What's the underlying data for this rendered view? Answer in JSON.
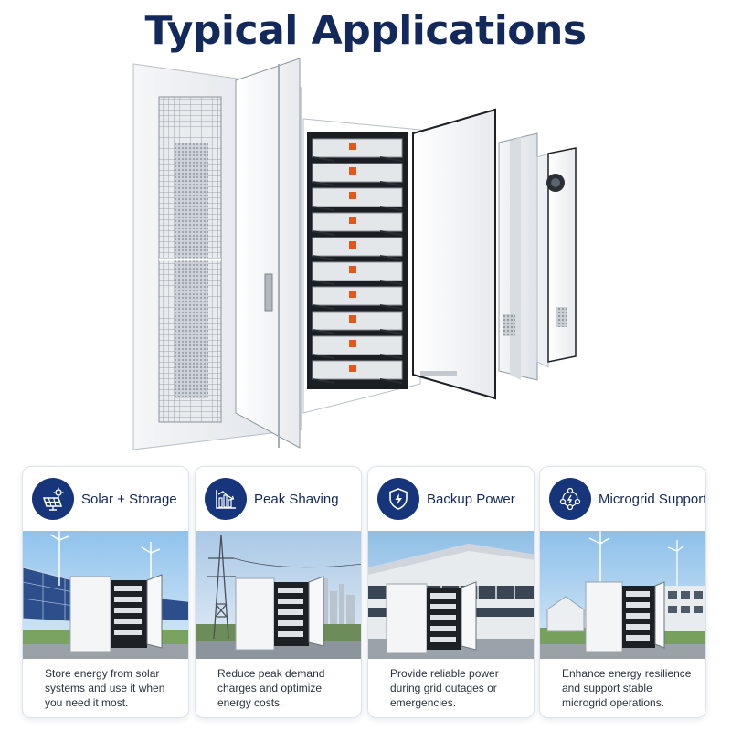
{
  "page": {
    "title": "Typical Applications"
  },
  "hero": {
    "icon": "battery-storage-cabinet-image"
  },
  "cards": [
    {
      "title": "Solar + Storage",
      "icon": "solar-panel-icon",
      "scene": "solar-farm-scene",
      "description": "Store energy from solar systems and use it when you need it most."
    },
    {
      "title": "Peak Shaving",
      "icon": "bar-chart-icon",
      "scene": "power-tower-city-scene",
      "description": "Reduce peak demand charges and optimize energy costs."
    },
    {
      "title": "Backup Power",
      "icon": "shield-bolt-icon",
      "scene": "industrial-building-scene",
      "description": "Provide reliable power during grid outages or emergencies."
    },
    {
      "title": "Microgrid Support",
      "icon": "network-nodes-icon",
      "scene": "microgrid-community-scene",
      "description": "Enhance energy resilience and support stable microgrid operations."
    }
  ],
  "colors": {
    "brand_navy": "#13295b",
    "badge_blue": "#16357a",
    "card_border": "#dde3ea",
    "battery_accent": "#e2571c"
  }
}
